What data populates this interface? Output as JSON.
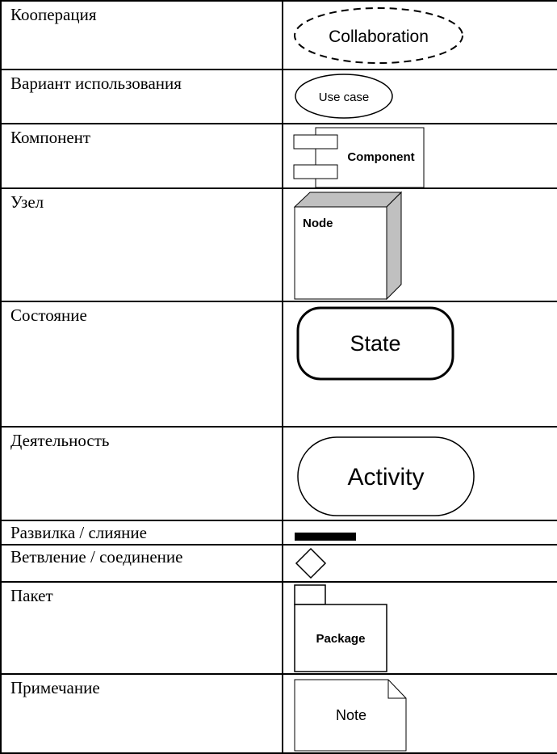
{
  "rows": [
    {
      "term": "Кооперация",
      "symbol_label": "Collaboration"
    },
    {
      "term": "Вариант использования",
      "symbol_label": "Use case"
    },
    {
      "term": "Компонент",
      "symbol_label": "Component"
    },
    {
      "term": "Узел",
      "symbol_label": "Node"
    },
    {
      "term": "Состояние",
      "symbol_label": "State"
    },
    {
      "term": "Деятельность",
      "symbol_label": "Activity"
    },
    {
      "term": "Развилка / слияние"
    },
    {
      "term": "Ветвление / соединение"
    },
    {
      "term": "Пакет",
      "symbol_label": "Package"
    },
    {
      "term": "Примечание",
      "symbol_label": "Note"
    }
  ],
  "colors": {
    "line": "#000000",
    "node_shade": "#c0c0c0",
    "background": "#ffffff"
  }
}
